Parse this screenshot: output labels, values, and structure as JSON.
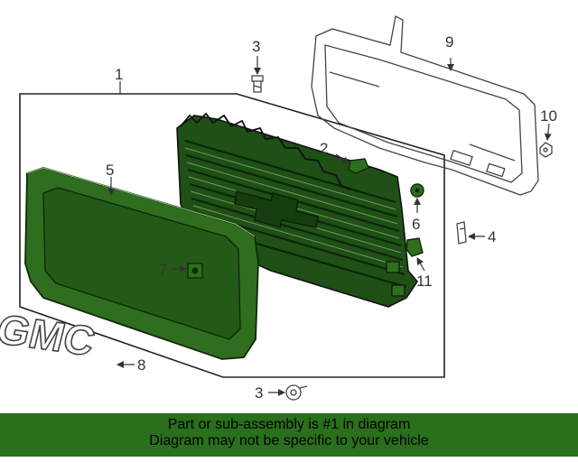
{
  "diagram": {
    "callouts": {
      "c1": "1",
      "c2": "2",
      "c3a": "3",
      "c3b": "3",
      "c4": "4",
      "c5": "5",
      "c6": "6",
      "c7": "7",
      "c8": "8",
      "c9": "9",
      "c10": "10",
      "c11": "11"
    },
    "emblem_text": "GMC",
    "colors": {
      "part_highlight": "#2f6e1e",
      "line": "#333333",
      "banner": "#2a6f1c"
    }
  },
  "banner": {
    "line1": "Part or sub-assembly is #1 in diagram",
    "line2": "Diagram may not be specific to your vehicle"
  }
}
